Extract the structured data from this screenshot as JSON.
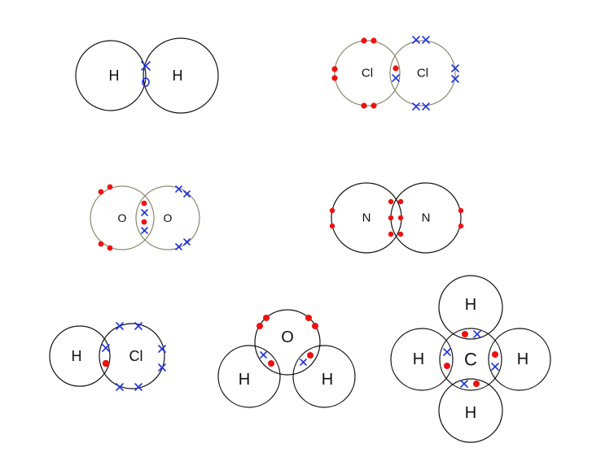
{
  "molecules": [
    {
      "id": "h2",
      "atoms": [
        "H",
        "H"
      ]
    },
    {
      "id": "cl2",
      "atoms": [
        "Cl",
        "Cl"
      ]
    },
    {
      "id": "o2",
      "atoms": [
        "O",
        "O"
      ]
    },
    {
      "id": "n2",
      "atoms": [
        "N",
        "N"
      ]
    },
    {
      "id": "hcl",
      "atoms": [
        "H",
        "Cl"
      ]
    },
    {
      "id": "h2o",
      "atoms": [
        "O",
        "H",
        "H"
      ]
    },
    {
      "id": "ch4",
      "atoms": [
        "H",
        "H",
        "C",
        "H",
        "H"
      ]
    }
  ],
  "colors": {
    "shell_dark": "#111111",
    "shell_olive": "#8a8a6e",
    "electron_dot": "#ee1111",
    "electron_cross": "#2233dd"
  },
  "symbols": {
    "dot": "red-dot-electron",
    "cross": "blue-cross-electron",
    "ring": "blue-ring-electron"
  }
}
